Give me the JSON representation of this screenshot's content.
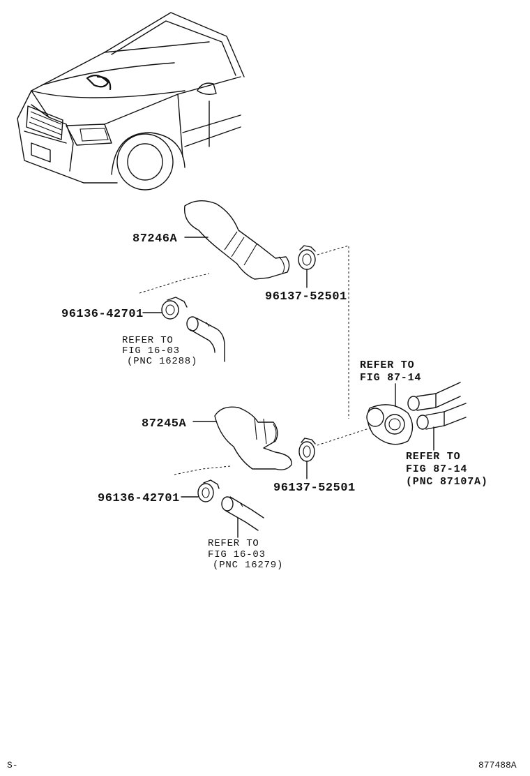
{
  "labels": {
    "upper_hose": "87246A",
    "lower_hose": "87245A",
    "clamp_upper_left": "96136-42701",
    "clamp_upper_right": "96137-52501",
    "clamp_lower_left": "96136-42701",
    "clamp_lower_right": "96137-52501"
  },
  "refs": {
    "upper_left": {
      "line1": "REFER TO",
      "line2": "FIG 16-03",
      "line3": "(PNC 16288)"
    },
    "lower_left": {
      "line1": "REFER TO",
      "line2": "FIG 16-03",
      "line3": "(PNC 16279)"
    },
    "top_right": {
      "line1": "REFER TO",
      "line2": "FIG 87-14"
    },
    "bottom_right": {
      "line1": "REFER TO",
      "line2": "FIG 87-14",
      "line3": "(PNC 87107A)"
    }
  },
  "footer": {
    "left": "S-",
    "right": "877488A"
  }
}
